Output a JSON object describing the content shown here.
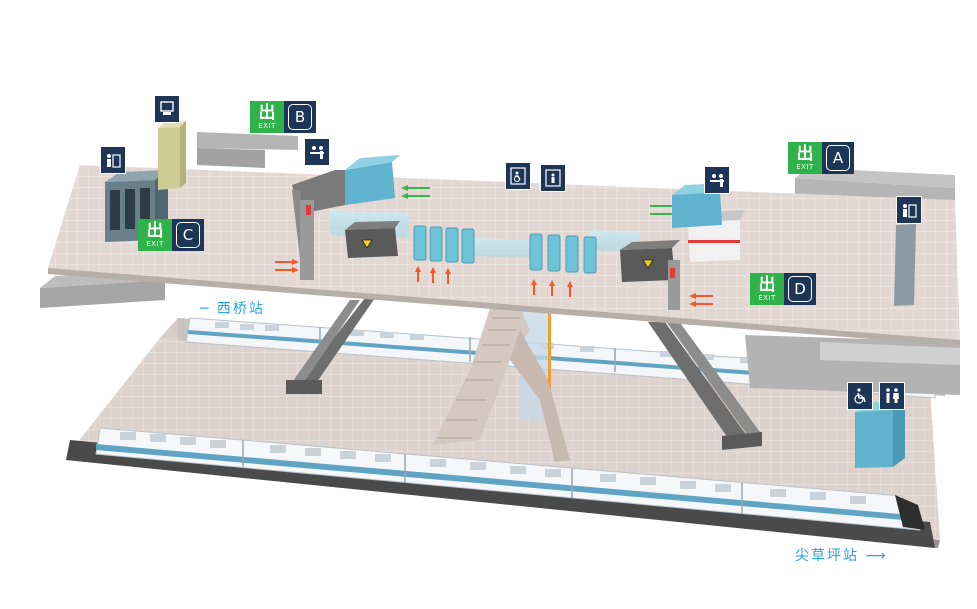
{
  "exits": [
    {
      "id": "exit-a",
      "glyph": "出",
      "word": "EXIT",
      "letter": "A"
    },
    {
      "id": "exit-b",
      "glyph": "出",
      "word": "EXIT",
      "letter": "B"
    },
    {
      "id": "exit-c",
      "glyph": "出",
      "word": "EXIT",
      "letter": "C"
    },
    {
      "id": "exit-d",
      "glyph": "出",
      "word": "EXIT",
      "letter": "D"
    }
  ],
  "stations": {
    "left": "西桥站",
    "right": "尖草坪站"
  },
  "icons": [
    "ticket-machine-icon",
    "service-counter-icon",
    "accessible-elevator-icon",
    "elevator-icon",
    "restroom-icon",
    "accessible-icon"
  ],
  "colors": {
    "exit_green": "#2fb24a",
    "sign_navy": "#1d3557",
    "gate_blue": "#6fc3d8",
    "floor": "#e0d5d0",
    "station_text": "#29a4d6",
    "arrow_orange": "#f05a28",
    "arrow_green": "#39b54a"
  }
}
